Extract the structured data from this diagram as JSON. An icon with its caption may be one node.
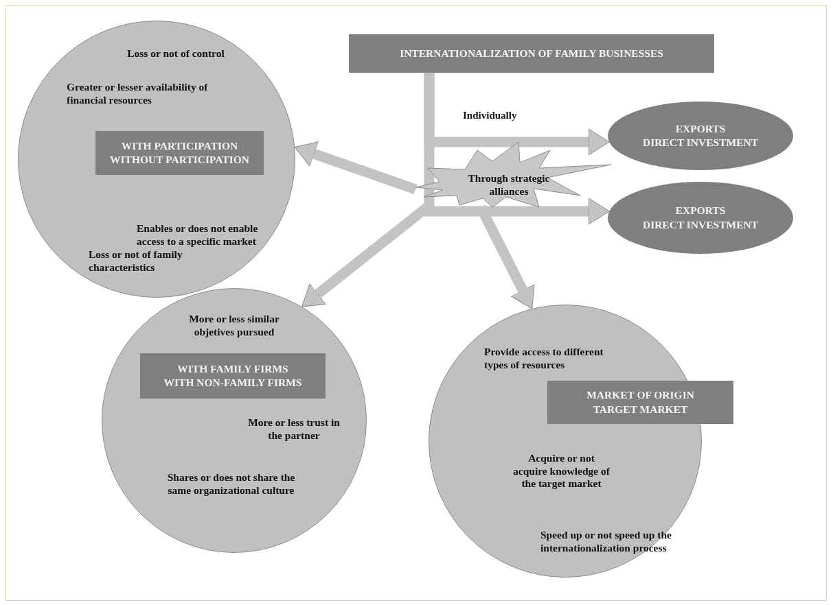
{
  "diagram": {
    "nodes": [
      {
        "text": [
          "INTERNATIONALIZATION OF FAMILY BUSINESSES"
        ]
      },
      {
        "text": [
          "EXPORTS",
          "DIRECT INVESTMENT"
        ]
      },
      {
        "text": [
          "Through strategic alliances"
        ]
      },
      {
        "text": [
          "EXPORTS",
          "DIRECT INVESTMENT"
        ]
      },
      {
        "text": [
          "Loss or not of control",
          "Greater or lesser availability of financial resources",
          "Enables or does not enable access to a specific market",
          "Loss or not of family characteristics"
        ]
      },
      {
        "text": [
          "WITH PARTICIPATION",
          "WITHOUT PARTICIPATION"
        ],
        "in": 4
      },
      {
        "text": [
          "More or less similar objetives pursued",
          "More or less trust in the partner",
          "Shares or does not share the same organizational culture"
        ]
      },
      {
        "text": [
          "WITH FAMILY FIRMS",
          "WITH NON-FAMILY FIRMS"
        ],
        "in": 6
      },
      {
        "text": [
          "Provide access to different types of resources",
          "Acquire or not acquire knowledge of the target market",
          "Speed up or not speed up the internationalization process"
        ]
      },
      {
        "text": [
          "MARKET OF ORIGIN",
          "TARGET MARKET"
        ]
      }
    ],
    "edges": [
      {
        "from": 0,
        "to": 1,
        "arrow": "to",
        "label": "Individually"
      },
      {
        "from": 0,
        "to": 3,
        "arrow": "to"
      },
      {
        "from": 2,
        "to": 4,
        "arrow": "to"
      },
      {
        "from": 2,
        "to": 6,
        "arrow": "to"
      },
      {
        "from": 2,
        "to": 8,
        "arrow": "to"
      }
    ]
  }
}
